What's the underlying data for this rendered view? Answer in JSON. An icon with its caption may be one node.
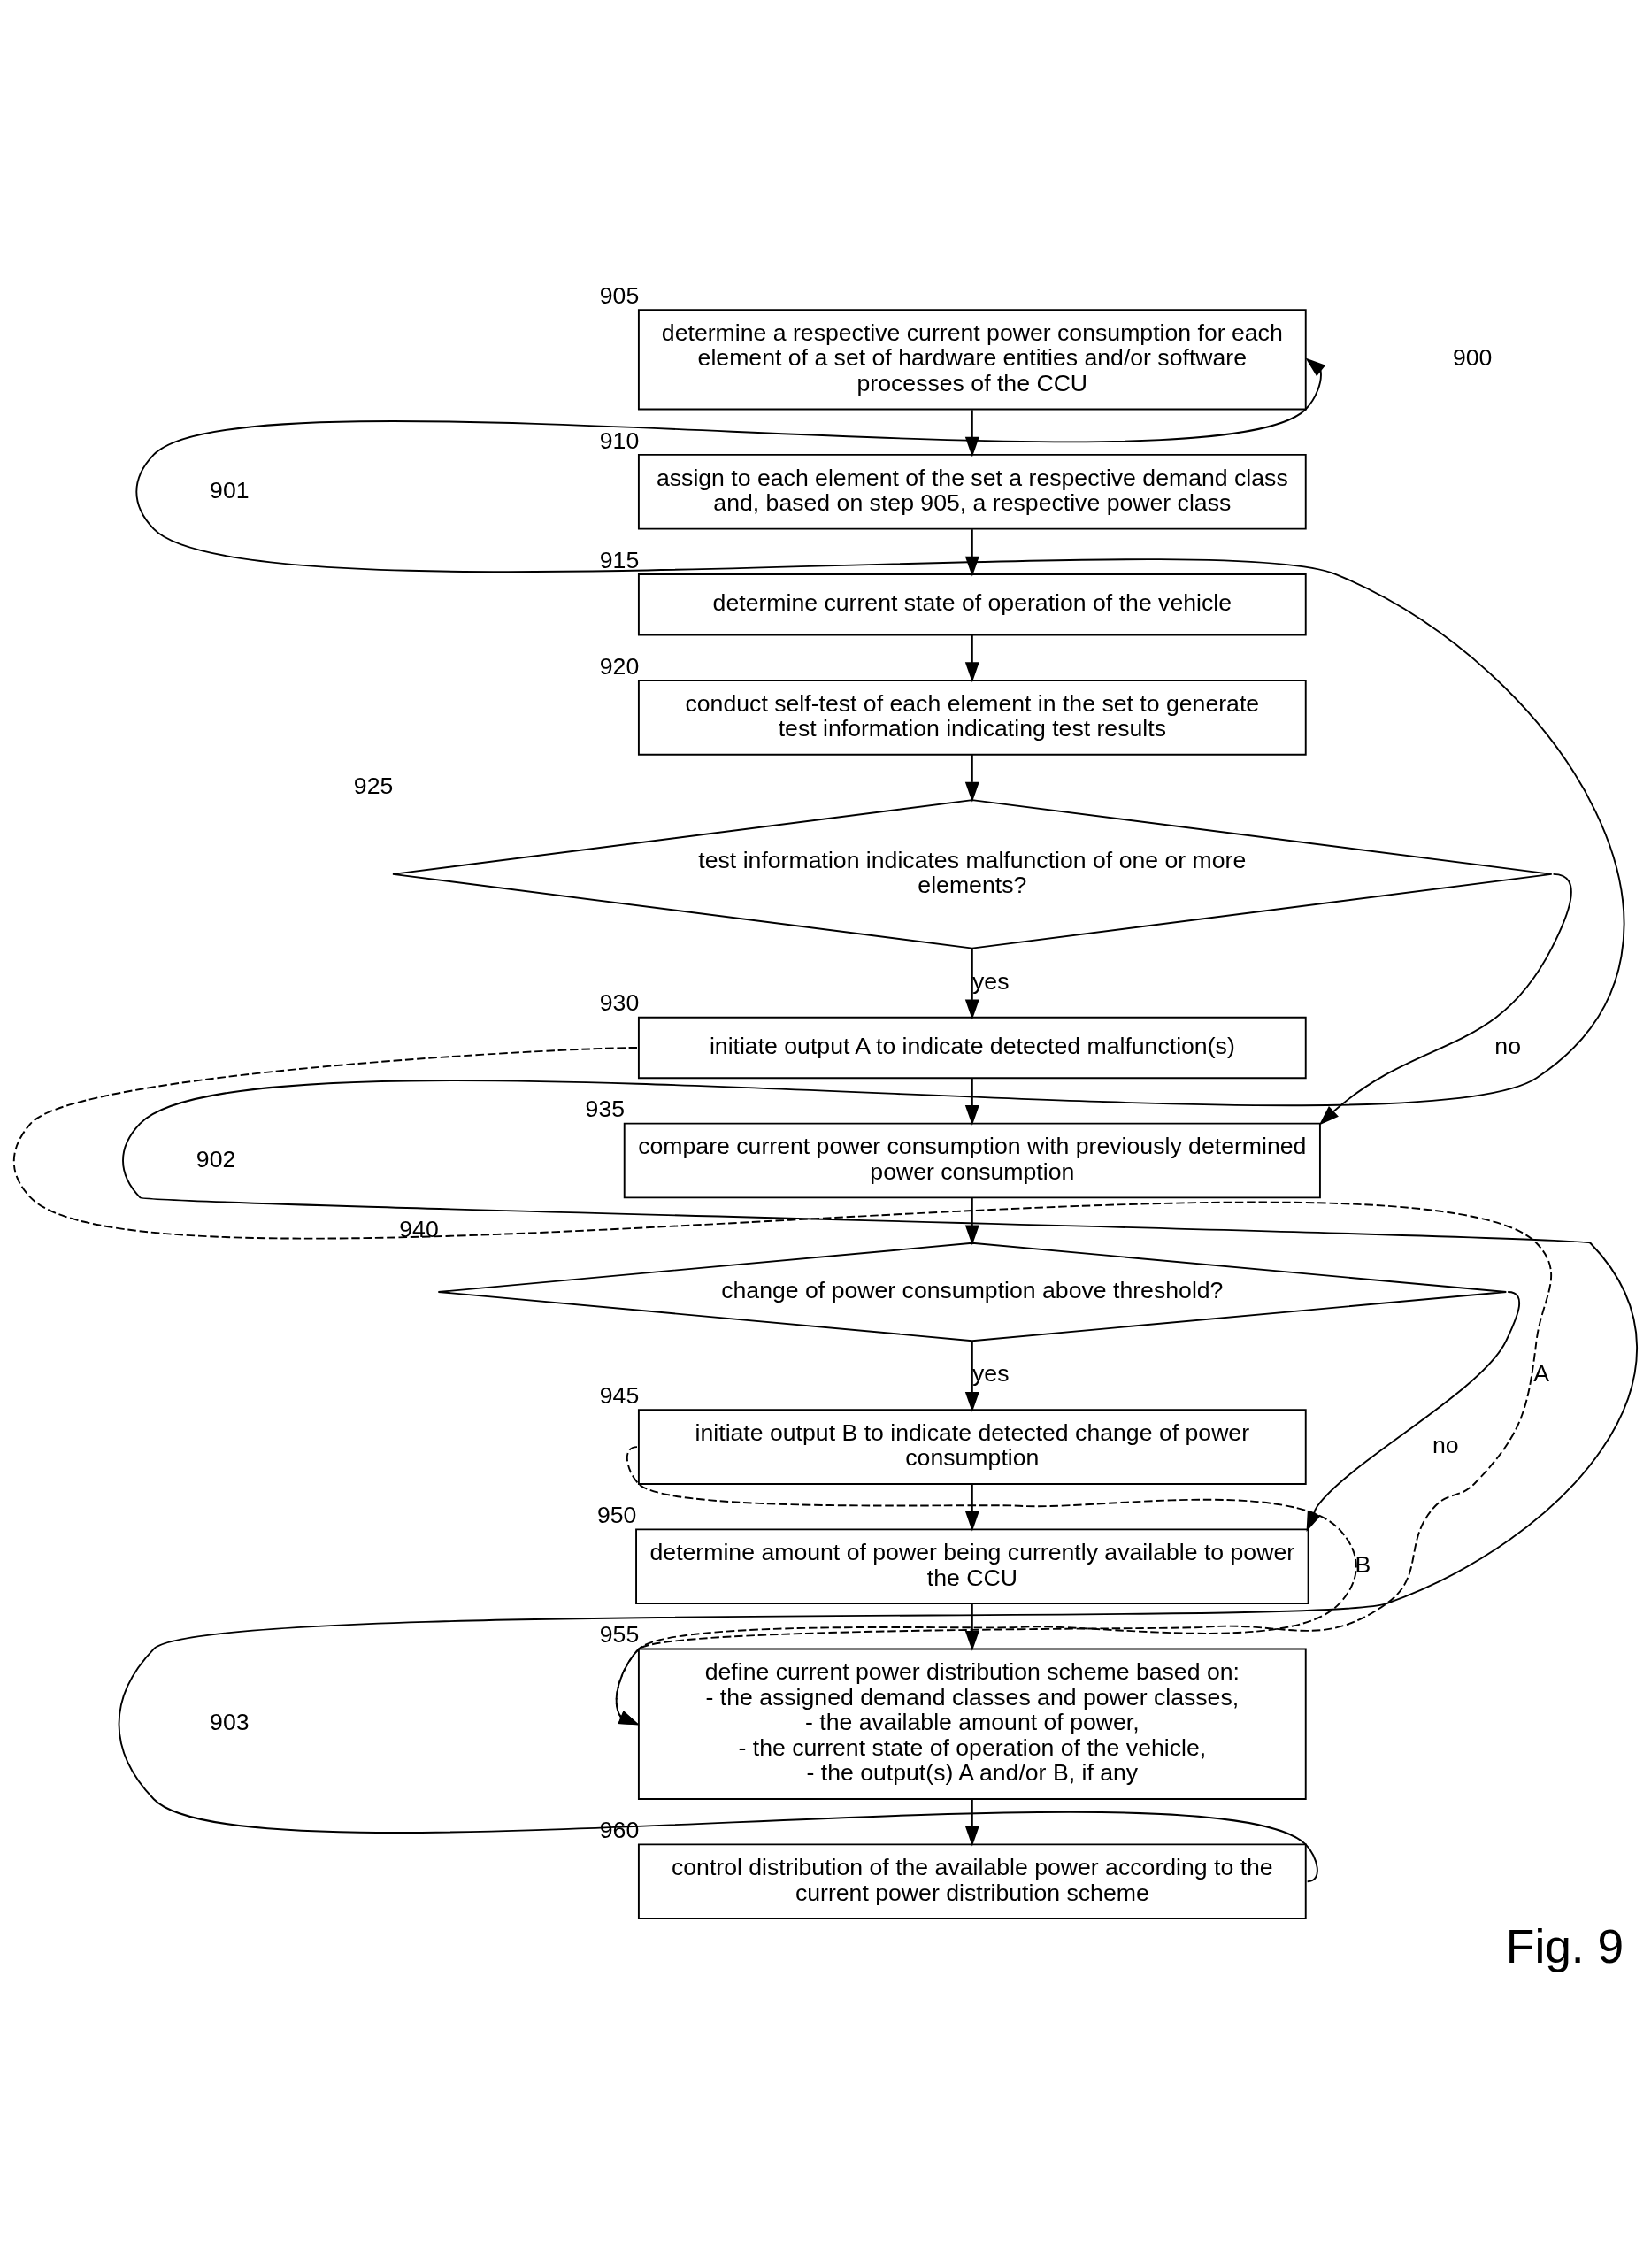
{
  "diagram": {
    "caption": "Fig. 9",
    "nodes": [
      {
        "text": [
          "determine a respective current power consumption for each element of a set of hardware entities and/or software processes of the CCU"
        ],
        "beside": [
          "905"
        ]
      },
      {
        "text": [
          "assign to each element of the set a respective demand class and, based on step 905, a respective power class"
        ],
        "beside": [
          "910"
        ]
      },
      {
        "text": [
          "determine current state of operation of the vehicle"
        ],
        "beside": [
          "915"
        ]
      },
      {
        "text": [
          "conduct self-test of each element in the set to generate test information indicating test results"
        ],
        "beside": [
          "920"
        ]
      },
      {
        "text": [
          "test information indicates malfunction of one or more elements?"
        ],
        "beside": [
          "925"
        ]
      },
      {
        "text": [
          "initiate output A to indicate detected malfunction(s)"
        ],
        "beside": [
          "930"
        ]
      },
      {
        "text": [
          "compare current power consumption with previously determined power consumption"
        ],
        "beside": [
          "935"
        ]
      },
      {
        "text": [
          "change of power consumption above threshold?"
        ],
        "beside": [
          "940"
        ]
      },
      {
        "text": [
          "initiate output B to indicate detected change of power consumption"
        ],
        "beside": [
          "945"
        ]
      },
      {
        "text": [
          "determine amount of power being currently available to power the CCU"
        ],
        "beside": [
          "950"
        ]
      },
      {
        "text": [
          "define current power distribution scheme based on:",
          "- the assigned demand classes and power classes,",
          "- the available amount of power,",
          "- the current state of operation of the vehicle,",
          "- the output(s) A and/or B, if any"
        ],
        "beside": [
          "955"
        ]
      },
      {
        "text": [
          "control distribution of the available power according to the current power distribution scheme"
        ],
        "beside": [
          "960"
        ]
      }
    ],
    "edges": [
      {
        "from": 0,
        "to": 1,
        "arrow": "to"
      },
      {
        "from": 1,
        "to": 2,
        "arrow": "to"
      },
      {
        "from": 2,
        "to": 3,
        "arrow": "to"
      },
      {
        "from": 3,
        "to": 4,
        "arrow": "to"
      },
      {
        "from": 4,
        "to": 5,
        "arrow": "to",
        "label": "yes"
      },
      {
        "from": 4,
        "to": 6,
        "arrow": "to",
        "label": "no"
      },
      {
        "from": 5,
        "to": 6,
        "arrow": "to"
      },
      {
        "from": 6,
        "to": 7,
        "arrow": "to"
      },
      {
        "from": 7,
        "to": 8,
        "arrow": "to",
        "label": "yes"
      },
      {
        "from": 7,
        "to": 9,
        "arrow": "to",
        "label": "no"
      },
      {
        "from": 8,
        "to": 9,
        "arrow": "to"
      },
      {
        "from": 9,
        "to": 10,
        "arrow": "to"
      },
      {
        "from": 10,
        "to": 11,
        "arrow": "to"
      },
      {
        "from": 11,
        "to": 0,
        "arrow": "to"
      },
      {
        "from": 5,
        "to": 10,
        "arrow": "to",
        "label": "A",
        "style": "dashed"
      },
      {
        "from": 8,
        "to": 10,
        "arrow": "to",
        "label": "B",
        "style": "dashed"
      }
    ],
    "labels": [
      "900",
      "901",
      "902",
      "903"
    ]
  }
}
